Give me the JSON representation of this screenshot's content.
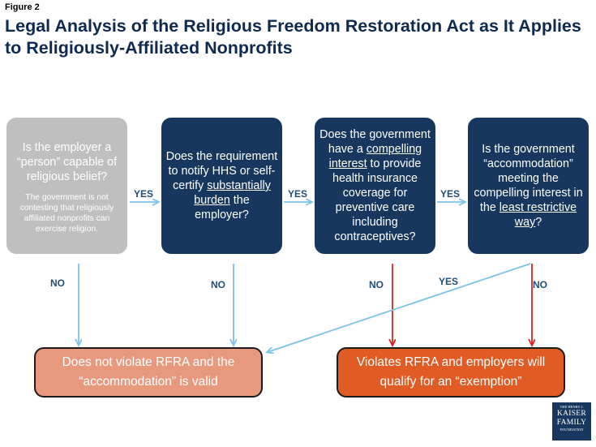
{
  "figure": {
    "label": "Figure 2",
    "title": "Legal Analysis of the Religious Freedom Restoration Act as It Applies to Religiously-Affiliated Nonprofits"
  },
  "questions": [
    {
      "text": "Is the employer a “person” capable of religious belief?",
      "note": "The government is not contesting that religiously affiliated nonprofits can exercise religion.",
      "style": "gray"
    },
    {
      "text_before": "Does the requirement to notify HHS or self-certify ",
      "text_underlined": "substantially burden",
      "text_after": " the employer?"
    },
    {
      "text_before": "Does the government have a ",
      "text_underlined": "compelling interest",
      "text_after": " to provide health insurance coverage for preventive care including contraceptives?"
    },
    {
      "text_before": "Is the government “accommodation” meeting the compelling interest in the ",
      "text_underlined": "least restrictive way",
      "text_after": "?"
    }
  ],
  "connectors": {
    "yes": "YES",
    "no": "NO"
  },
  "outcomes": {
    "valid": "Does not violate RFRA and the “accommodation” is valid",
    "exemption": "Violates RFRA and employers will qualify for an “exemption”"
  },
  "logo": {
    "line1": "THE HENRY J.",
    "line2": "KAISER",
    "line3": "FAMILY",
    "line4": "FOUNDATION"
  },
  "colors": {
    "title": "#0e2a4f",
    "question_navy": "#17375e",
    "question_gray": "#bfbfbf",
    "arrow_blue": "#7ec3e8",
    "arrow_red": "#e41f1f",
    "label_blue": "#1f4e79",
    "outcome_valid": "#e8997d",
    "outcome_exemption": "#e15c24"
  }
}
